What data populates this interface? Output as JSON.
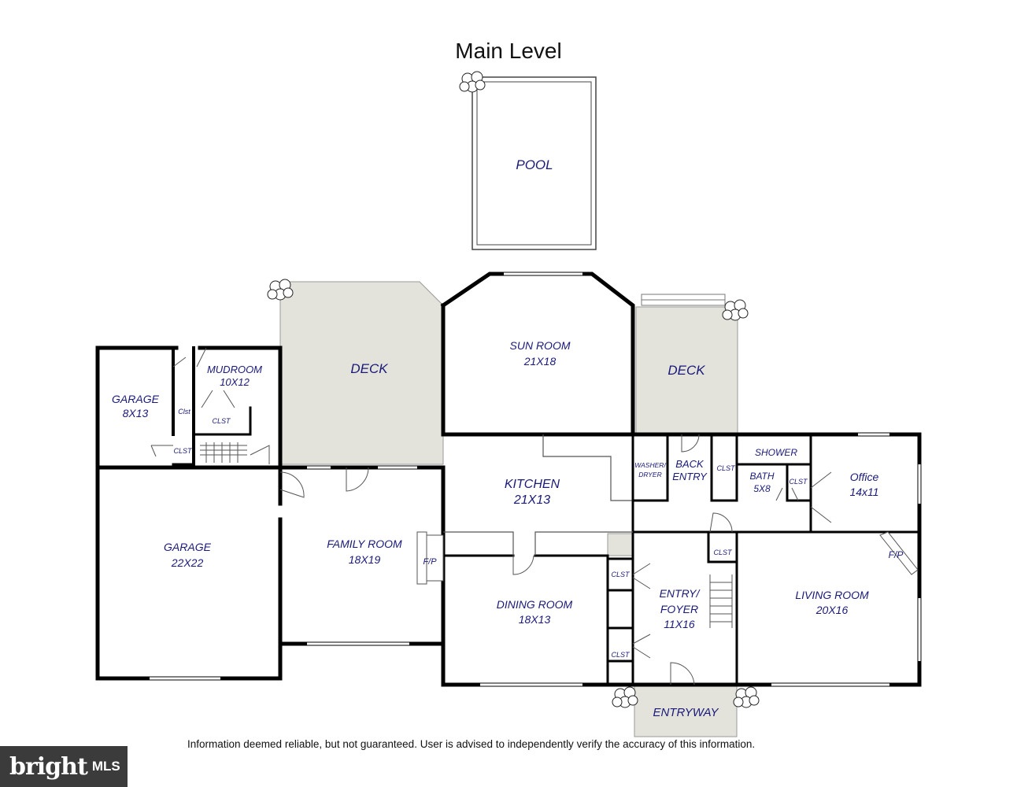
{
  "title": "Main Level",
  "rooms": {
    "pool": "POOL",
    "deck_left": "DECK",
    "sun_room": "SUN ROOM",
    "sun_room_size": "21X18",
    "deck_right": "DECK",
    "garage_small": "GARAGE",
    "garage_small_size": "8X13",
    "mudroom": "MUDROOM",
    "mudroom_size": "10X12",
    "clst_mud_a": "Clst",
    "clst_mud_b": "CLST",
    "clst_mud_c": "CLST",
    "garage_large": "GARAGE",
    "garage_large_size": "22X22",
    "family_room": "FAMILY ROOM",
    "family_room_size": "18X19",
    "fp_family": "F/P",
    "kitchen": "KITCHEN",
    "kitchen_size": "21X13",
    "washer": "WASHER/",
    "dryer": "DRYER",
    "back": "BACK",
    "back_entry": "ENTRY",
    "clst_back": "CLST",
    "shower": "SHOWER",
    "bath": "BATH",
    "bath_size": "5X8",
    "clst_bath": "CLST",
    "office": "Office",
    "office_size": "14x11",
    "dining_room": "DINING ROOM",
    "dining_room_size": "18X13",
    "clst_dining_a": "CLST",
    "clst_dining_b": "CLST",
    "entry": "ENTRY/",
    "foyer": "FOYER",
    "entry_size": "11X16",
    "clst_entry": "CLST",
    "living_room": "LIVING ROOM",
    "living_room_size": "20X16",
    "fp_living": "F/P",
    "entryway": "ENTRYWAY"
  },
  "disclaimer": "Information deemed reliable, but not guaranteed.  User is advised to independently verify the accuracy of this information.",
  "badge": {
    "word": "bright",
    "suffix": "MLS"
  },
  "colors": {
    "wall": "#000000",
    "deck_fill": "#e3e3dc",
    "label": "#1a1a7a"
  }
}
